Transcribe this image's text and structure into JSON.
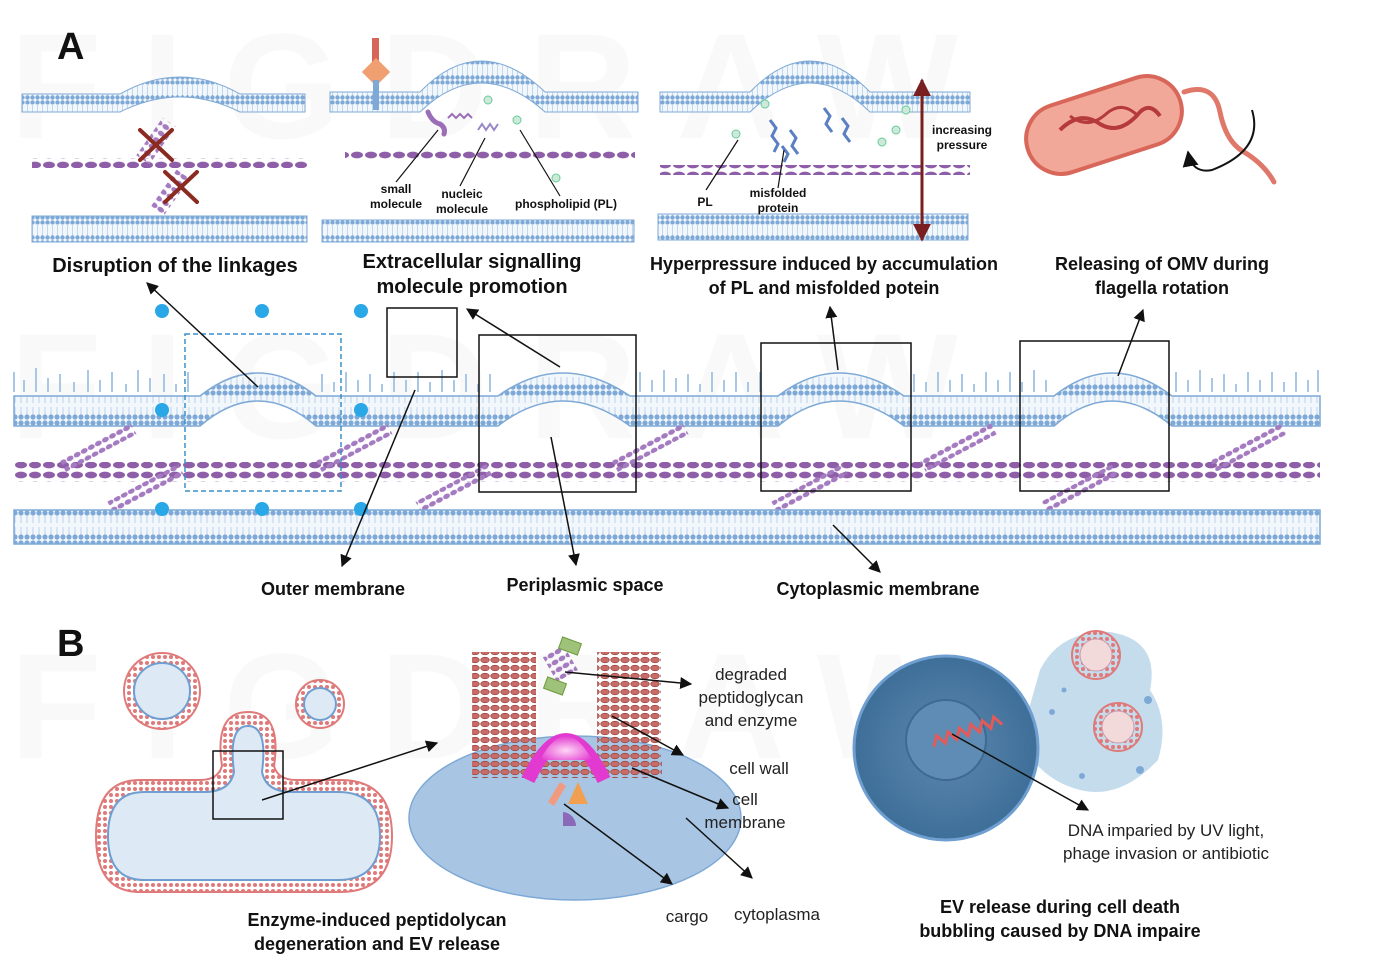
{
  "panel_a": {
    "letter": "A",
    "insets": {
      "linkages_title": "Disruption of the linkages",
      "signalling_title_1": "Extracellular signalling",
      "signalling_title_2": "molecule promotion",
      "small_molecule_1": "small",
      "small_molecule_2": "molecule",
      "nucleic_molecule_1": "nucleic",
      "nucleic_molecule_2": "molecule",
      "phospholipid": "phospholipid (PL)",
      "hyperpressure_title_1": "Hyperpressure induced by accumulation",
      "hyperpressure_title_2": "of PL and misfolded potein",
      "pl": "PL",
      "misfolded_1": "misfolded",
      "misfolded_2": "protein",
      "pressure_1": "increasing",
      "pressure_2": "pressure",
      "omv_title_1": "Releasing of OMV during",
      "omv_title_2": "flagella rotation"
    },
    "layers": {
      "outer_membrane": "Outer membrane",
      "periplasmic_space": "Periplasmic space",
      "cytoplasmic_membrane": "Cytoplasmic membrane"
    }
  },
  "panel_b": {
    "letter": "B",
    "enzyme_caption_1": "Enzyme-induced peptidolycan",
    "enzyme_caption_2": "degeneration and EV release",
    "degraded_1": "degraded",
    "degraded_2": "peptidoglycan",
    "degraded_3": "and enzyme",
    "cell_wall": "cell wall",
    "cell_membrane_1": "cell",
    "cell_membrane_2": "membrane",
    "cargo": "cargo",
    "cytoplasma": "cytoplasma",
    "dna_1": "DNA imparied by UV light,",
    "dna_2": "phage invasion or antibiotic",
    "death_caption_1": "EV release during cell death",
    "death_caption_2": "bubbling caused by DNA impaire"
  },
  "watermark": "FIGDRAW",
  "colors": {
    "membrane_blue": "#a9c8e6",
    "membrane_dark": "#6f9fd0",
    "peptidoglycan_purple": "#8e5fa8",
    "cell_body_blue": "#a8c6e4",
    "vesicle_red": "#e06a6a",
    "magenta_enzyme": "#e23ad1",
    "arrow": "#111111",
    "dashed_box": "#3a8fc8",
    "handle_dot": "#2aa7e6"
  }
}
